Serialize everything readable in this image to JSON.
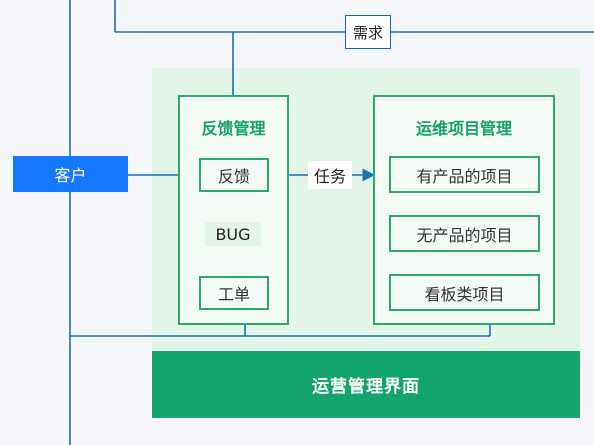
{
  "nodes": {
    "customer": "客户",
    "demand": "需求",
    "feedback_panel_title": "反馈管理",
    "feedback_item": "反馈",
    "bug_label": "BUG",
    "ticket_item": "工单",
    "task_label": "任务",
    "ops_panel_title": "运维项目管理",
    "project_items": [
      "有产品的项目",
      "无产品的项目",
      "看板类项目"
    ],
    "footer": "运营管理界面"
  },
  "colors": {
    "line_blue": "#1a6fb5",
    "customer_blue": "#1677ff",
    "green_border": "#2ea86a",
    "green_footer": "#13a36e",
    "green_bg": "#e3f4e8"
  }
}
